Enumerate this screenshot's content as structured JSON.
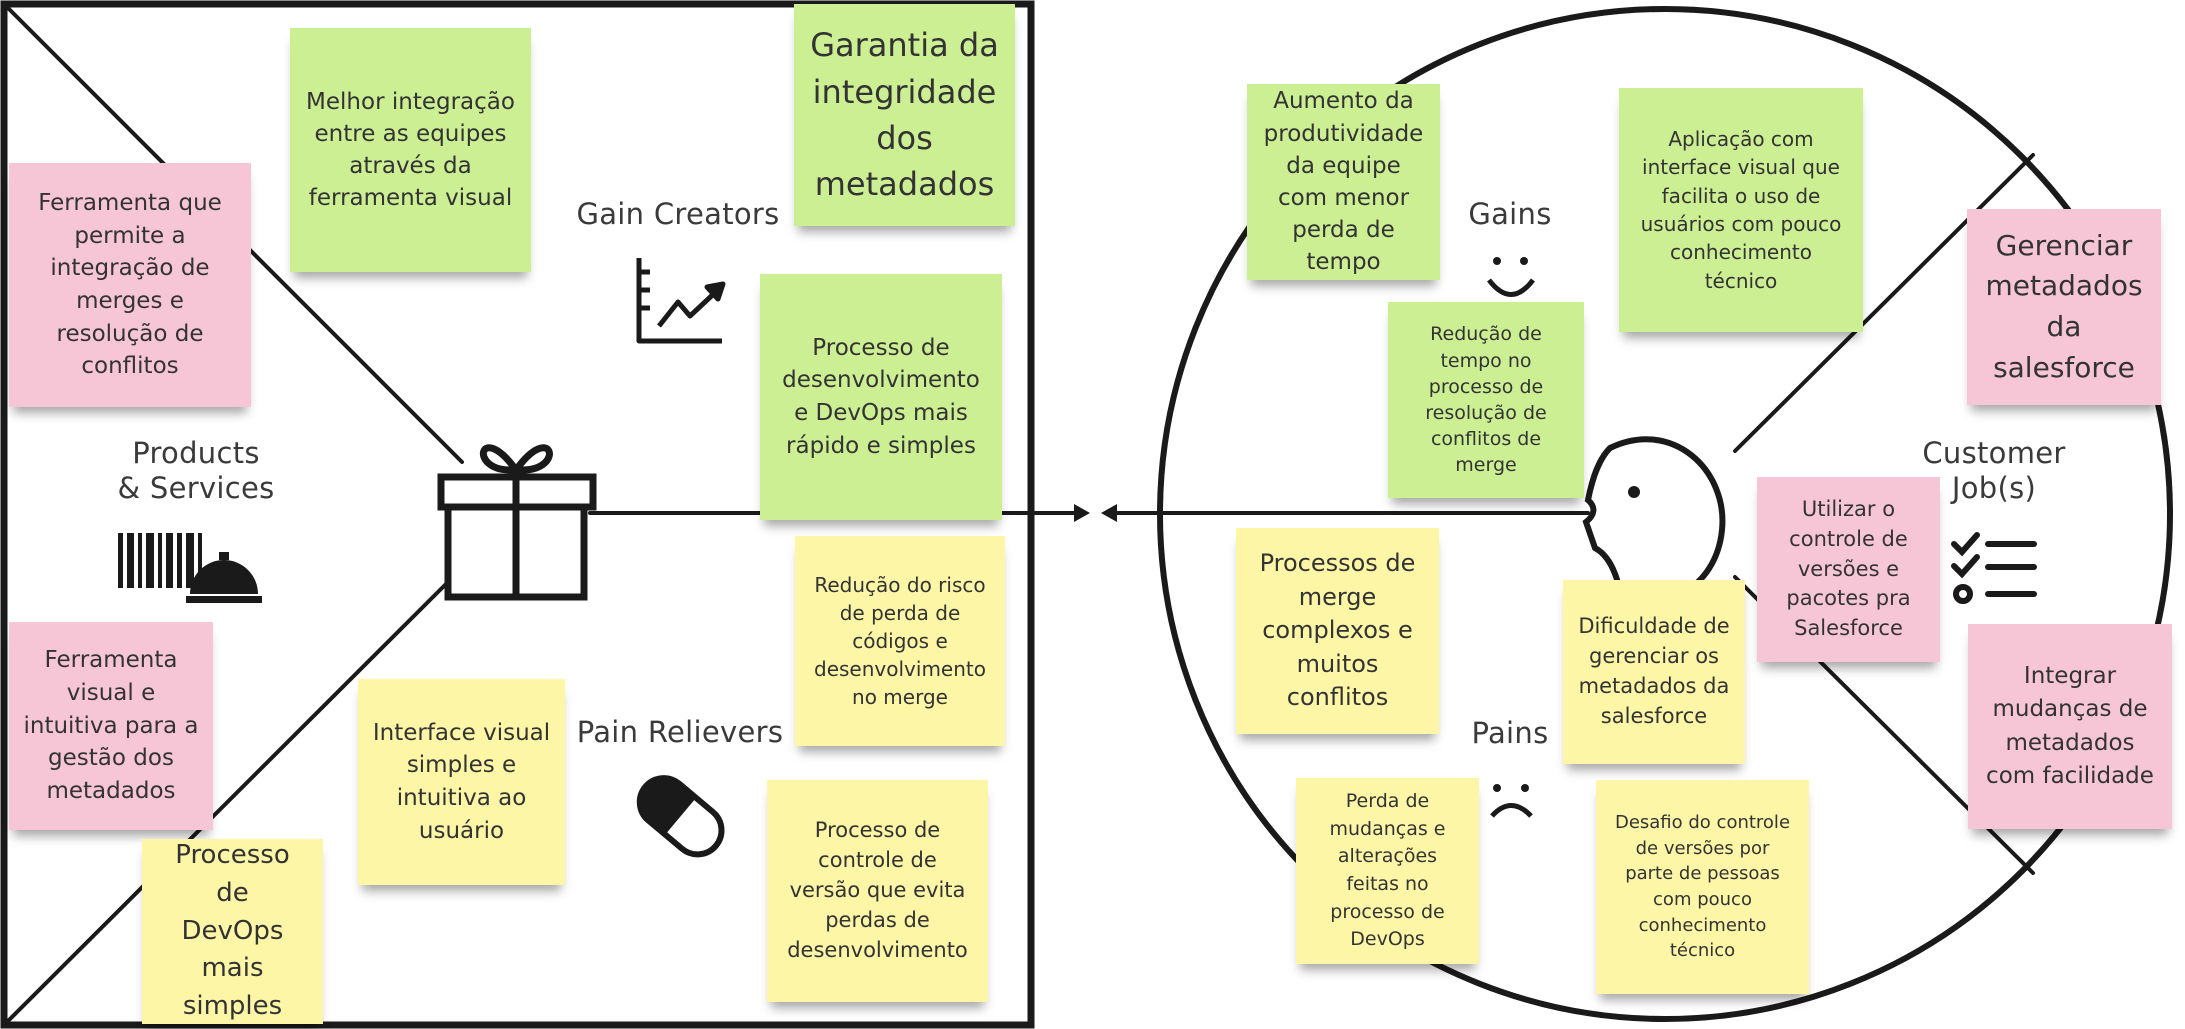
{
  "section_labels": {
    "gain_creators": "Gain Creators",
    "products_services": "Products\n& Services",
    "pain_relievers": "Pain Relievers",
    "gains": "Gains",
    "pains": "Pains",
    "customer_jobs": "Customer\nJob(s)"
  },
  "notes": {
    "products_integration": "Ferramenta que permite a integração de merges e resolução de conflitos",
    "products_visual_tool": "Ferramenta visual e intuitiva para a gestão dos metadados",
    "products_devops": "Processo de DevOps mais simples",
    "gain_creator_teams": "Melhor integração entre as equipes através da ferramenta visual",
    "gain_creator_integrity": "Garantia da integridade dos metadados",
    "gain_creator_faster_process": "Processo de desenvolvimento e DevOps mais rápido e simples",
    "pain_reliever_risk": "Redução do risco de perda de códigos e desenvolvimento no merge",
    "pain_reliever_interface": "Interface visual simples e intuitiva ao usuário",
    "pain_reliever_version_control": "Processo de controle de versão que evita perdas de desenvolvimento",
    "gain_productivity": "Aumento da produtividade da equipe com menor perda de tempo",
    "gain_time_reduction": "Redução de tempo no processo de resolução de conflitos de merge",
    "gain_visual_app": "Aplicação com interface visual que facilita o uso de usuários com pouco conhecimento técnico",
    "pain_complex_merge": "Processos de merge complexos e muitos conflitos",
    "pain_manage_metadata": "Dificuldade de gerenciar os metadados da salesforce",
    "pain_lost_changes": "Perda de mudanças e alterações feitas no processo de DevOps",
    "pain_version_control": "Desafio do controle de versões por parte de pessoas com pouco conhecimento técnico",
    "job_manage_metadata": "Gerenciar metadados da salesforce",
    "job_version_control": "Utilizar o controle de versões e pacotes pra Salesforce",
    "job_integrate_changes": "Integrar mudanças de metadados com facilidade"
  },
  "colors": {
    "pink_note": "#f7c6d6",
    "green_note": "#cdef94",
    "yellow_note": "#fdf6a7",
    "line": "#1a1a1a"
  },
  "icons": [
    "chart-up-icon",
    "barcode-icon",
    "service-bell-icon",
    "gift-icon",
    "pill-icon",
    "smile-icon",
    "frown-icon",
    "customer-face-icon",
    "checklist-icon",
    "arrow-right-icon",
    "arrow-left-icon"
  ]
}
